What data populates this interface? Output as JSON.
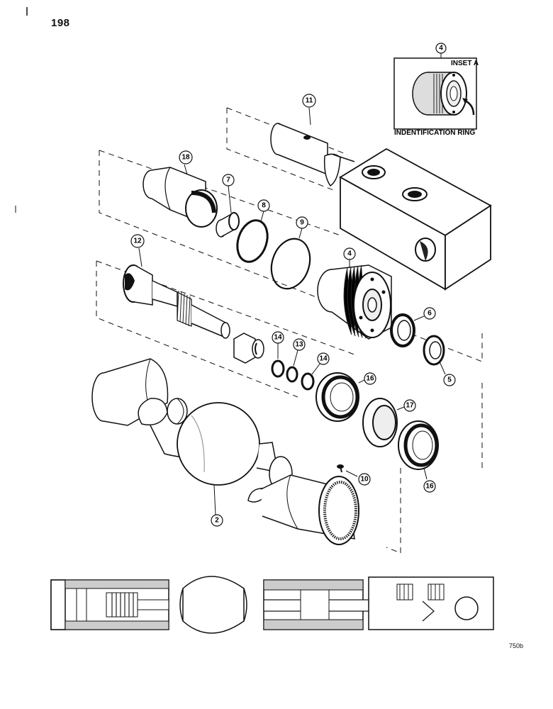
{
  "page_number": "198",
  "figure_code": "750b",
  "inset": {
    "title": "INSET A",
    "caption": "INDENTIFICATION RING",
    "callout": "4"
  },
  "callouts": [
    {
      "id": "c11",
      "label": "11"
    },
    {
      "id": "c18",
      "label": "18"
    },
    {
      "id": "c7",
      "label": "7"
    },
    {
      "id": "c8",
      "label": "8"
    },
    {
      "id": "c9",
      "label": "9"
    },
    {
      "id": "c12",
      "label": "12"
    },
    {
      "id": "c4",
      "label": "4"
    },
    {
      "id": "c6",
      "label": "6"
    },
    {
      "id": "c5",
      "label": "5"
    },
    {
      "id": "c14a",
      "label": "14"
    },
    {
      "id": "c13",
      "label": "13"
    },
    {
      "id": "c14b",
      "label": "14"
    },
    {
      "id": "c16a",
      "label": "16"
    },
    {
      "id": "c17",
      "label": "17"
    },
    {
      "id": "c16b",
      "label": "16"
    },
    {
      "id": "c10",
      "label": "10"
    },
    {
      "id": "c2",
      "label": "2"
    }
  ]
}
